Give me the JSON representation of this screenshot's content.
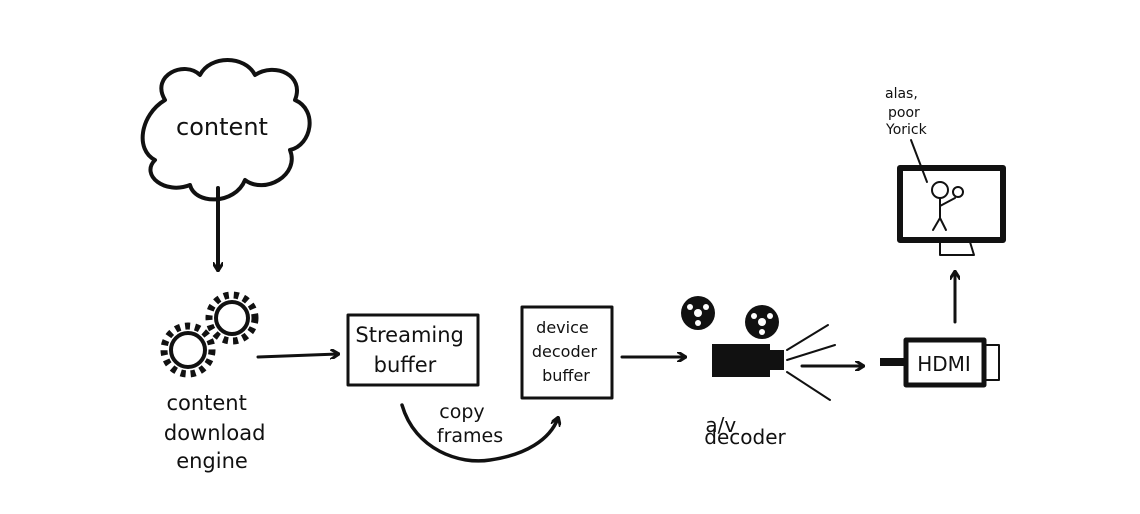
{
  "diagram": {
    "cloud_label": "content",
    "engine_label": [
      "content",
      "download",
      "engine"
    ],
    "streaming_buffer_label": [
      "Streaming",
      "buffer"
    ],
    "device_buffer_label": [
      "device",
      "decoder",
      "buffer"
    ],
    "copy_label": [
      "copy",
      "frames"
    ],
    "decoder_label": [
      "a/v",
      "decoder"
    ],
    "hdmi_label": "HDMI",
    "quote_label": [
      "alas,",
      "poor",
      "Yorick"
    ]
  },
  "colors": {
    "ink": "#111111",
    "background": "#ffffff"
  }
}
